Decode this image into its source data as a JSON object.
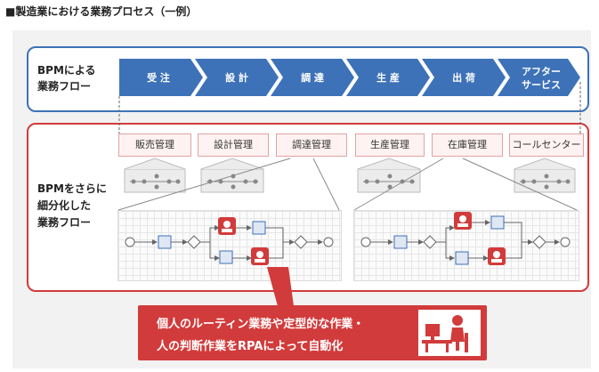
{
  "title": "■製造業における業務プロセス（一例）",
  "bpm_flow": {
    "label_line1": "BPMによる",
    "label_line2": "業務フロー",
    "stages": [
      "受 注",
      "設 計",
      "調 達",
      "生 産",
      "出 荷",
      "アフター"
    ],
    "last_stage_line2": "サービス"
  },
  "sub_flow": {
    "label_line1": "BPMをさらに",
    "label_line2": "細分化した",
    "label_line3": "業務フロー",
    "departments": [
      "販売管理",
      "設計管理",
      "調達管理",
      "生産管理",
      "在庫管理",
      "コールセンター"
    ]
  },
  "callout": {
    "line1": "個人のルーティン業務や定型的な作業・",
    "line2": "人の判断作業をRPAによって自動化"
  },
  "colors": {
    "blue": "#3d72b8",
    "red": "#d23b3b",
    "department_bg": "#fff2f2"
  }
}
